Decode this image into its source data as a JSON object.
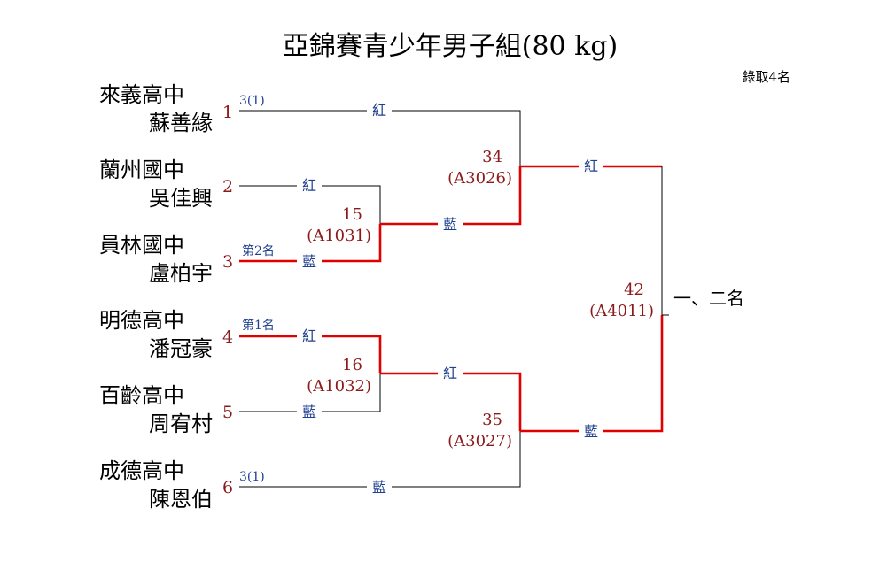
{
  "header": {
    "title": "亞錦賽青少年男子組(80 kg)",
    "note": "錄取4名"
  },
  "entries": [
    {
      "seed": "1",
      "school": "來義高中",
      "athlete": "蘇善緣"
    },
    {
      "seed": "2",
      "school": "蘭州國中",
      "athlete": "吳佳興"
    },
    {
      "seed": "3",
      "school": "員林國中",
      "athlete": "盧柏宇"
    },
    {
      "seed": "4",
      "school": "明德高中",
      "athlete": "潘冠豪"
    },
    {
      "seed": "5",
      "school": "百齡高中",
      "athlete": "周宥村"
    },
    {
      "seed": "6",
      "school": "成德高中",
      "athlete": "陳恩伯"
    }
  ],
  "annotations": {
    "seed1_score": "3(1)",
    "seed3_place": "第2名",
    "seed4_place": "第1名",
    "seed6_score": "3(1)"
  },
  "corners": {
    "red": "紅",
    "blue": "藍"
  },
  "matches": {
    "m15": {
      "number": "15",
      "code": "(A1031)"
    },
    "m16": {
      "number": "16",
      "code": "(A1032)"
    },
    "m34": {
      "number": "34",
      "code": "(A3026)"
    },
    "m35": {
      "number": "35",
      "code": "(A3027)"
    },
    "m42": {
      "number": "42",
      "code": "(A4011)"
    }
  },
  "final_result": "一、二名",
  "colors": {
    "winner_line": "#e00000",
    "loser_line": "#000000",
    "match_text": "#8b1a1a",
    "corner_text": "#1f3f8f"
  }
}
